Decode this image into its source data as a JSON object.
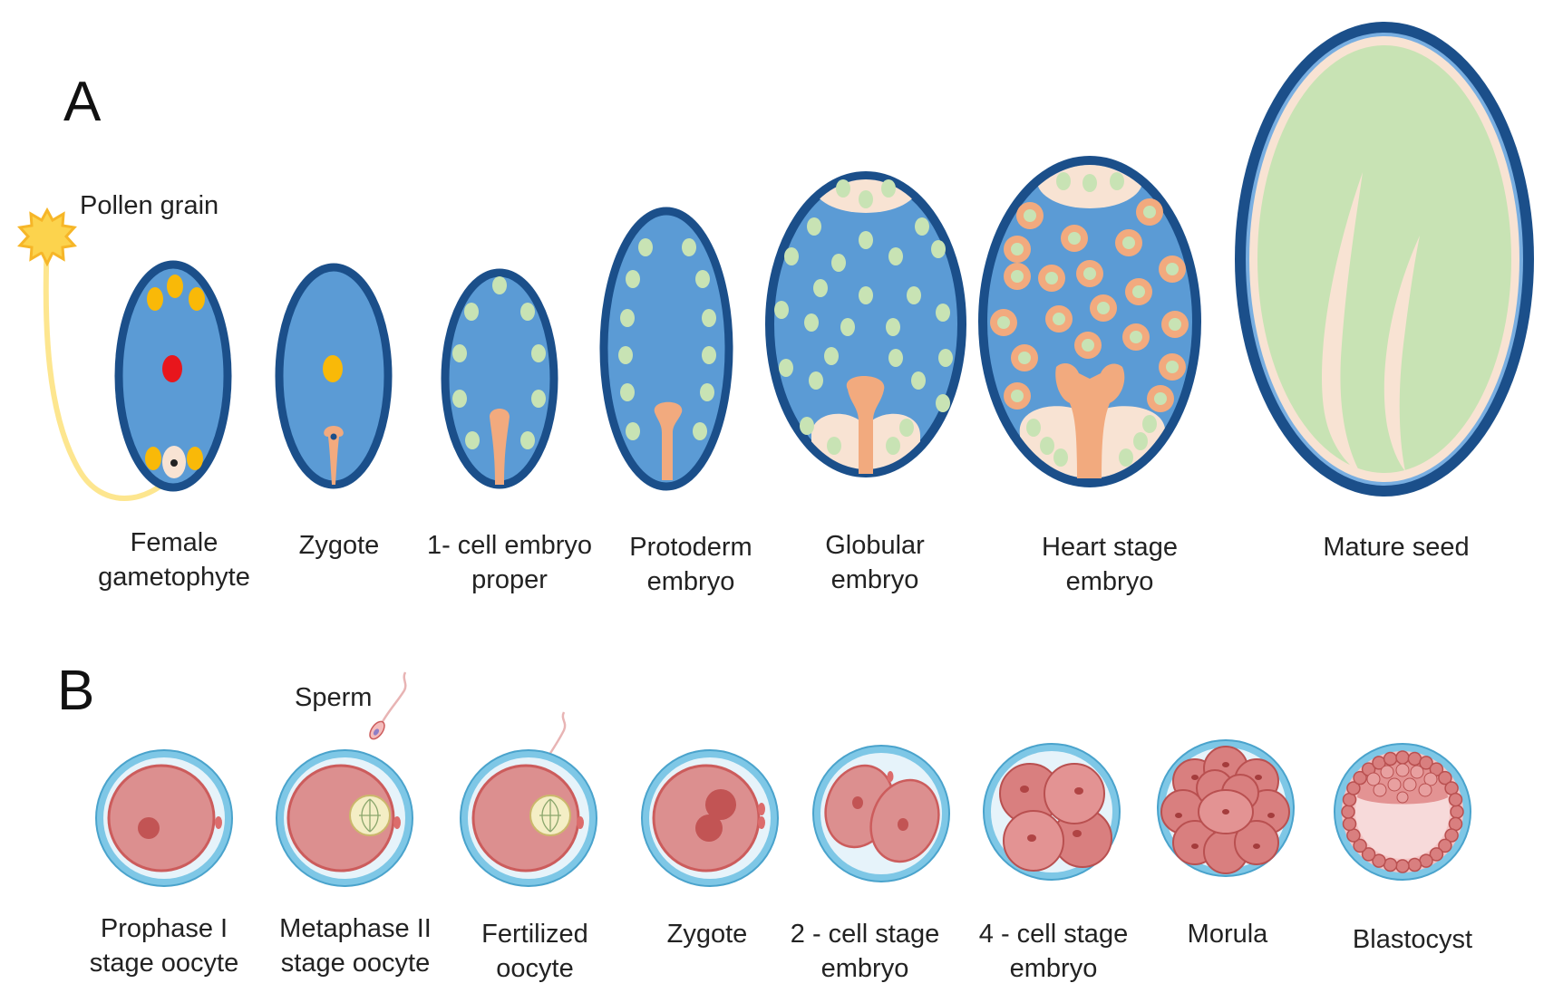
{
  "panels": {
    "A": {
      "letter": "A",
      "pollen_label": "Pollen grain",
      "stages": [
        {
          "line1": "Female",
          "line2": "gametophyte"
        },
        {
          "line1": "Zygote",
          "line2": ""
        },
        {
          "line1": "1- cell embryo",
          "line2": "proper"
        },
        {
          "line1": "Protoderm",
          "line2": "embryo"
        },
        {
          "line1": "Globular",
          "line2": "embryo"
        },
        {
          "line1": "Heart stage",
          "line2": "embryo"
        },
        {
          "line1": "Mature seed",
          "line2": ""
        }
      ]
    },
    "B": {
      "letter": "B",
      "sperm_label": "Sperm",
      "stages": [
        {
          "line1": "Prophase I",
          "line2": "stage oocyte"
        },
        {
          "line1": "Metaphase II",
          "line2": "stage oocyte"
        },
        {
          "line1": "Fertilized",
          "line2": "oocyte"
        },
        {
          "line1": "Zygote",
          "line2": ""
        },
        {
          "line1": "2 - cell stage",
          "line2": "embryo"
        },
        {
          "line1": "4 - cell stage",
          "line2": "embryo"
        },
        {
          "line1": "Morula",
          "line2": ""
        },
        {
          "line1": "Blastocyst",
          "line2": ""
        }
      ]
    }
  },
  "colors": {
    "seed_coat": "#1b4f8a",
    "seed_interior": "#5b9bd5",
    "nucleus_yellow": "#f9b908",
    "nucleus_red": "#e8161c",
    "embryo_orange": "#f2aa7e",
    "cell_green": "#c8e3b4",
    "cell_cream": "#f8e3d3",
    "pollen_tube": "#fde68f",
    "zona": "#7ec7e6",
    "oocyte": "#dc8f8f",
    "oocyte_border": "#cc5c5c"
  }
}
